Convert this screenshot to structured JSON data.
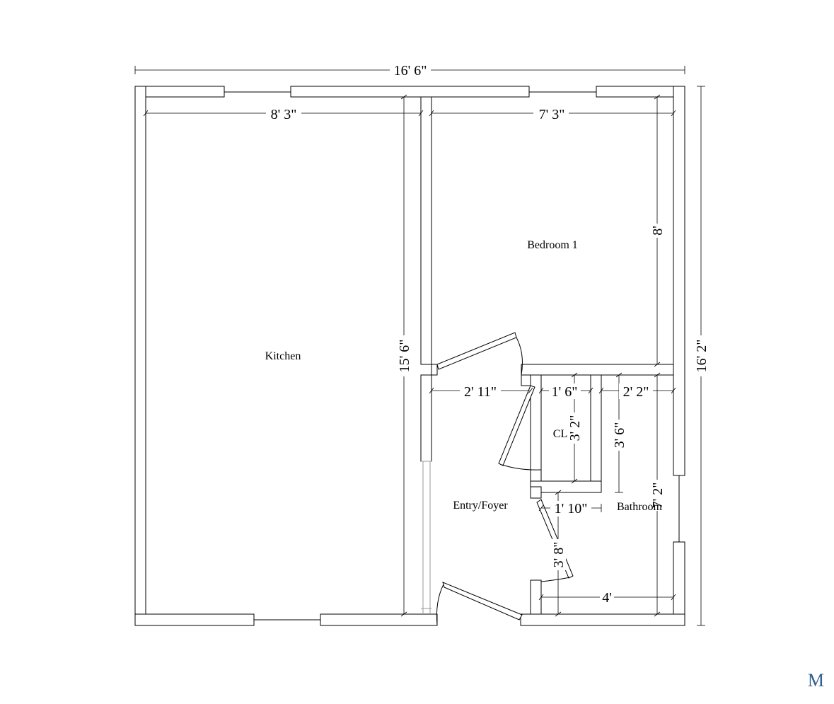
{
  "rooms": {
    "kitchen": "Kitchen",
    "bedroom": "Bedroom 1",
    "closet": "CL",
    "foyer": "Entry/Foyer",
    "bathroom": "Bathroom"
  },
  "dimensions": {
    "overall_width": "16' 6\"",
    "overall_depth": "16' 2\"",
    "kitchen_width": "8' 3\"",
    "kitchen_depth": "15' 6\"",
    "bedroom_width": "7' 3\"",
    "bedroom_depth": "8'",
    "foyer_width": "2' 11\"",
    "closet_width": "1' 6\"",
    "closet_depth": "3' 2\"",
    "bath_upper_width": "2' 2\"",
    "bath_upper_depth": "3' 6\"",
    "foyer_passage": "1' 10\"",
    "bath_depth": "7' 2\"",
    "foyer_depth": "3' 8\"",
    "bath_width": "4'"
  },
  "brand_mark": "M",
  "colors": {
    "lines": "#000000",
    "brand": "#2f5f8f",
    "background": "#ffffff"
  }
}
